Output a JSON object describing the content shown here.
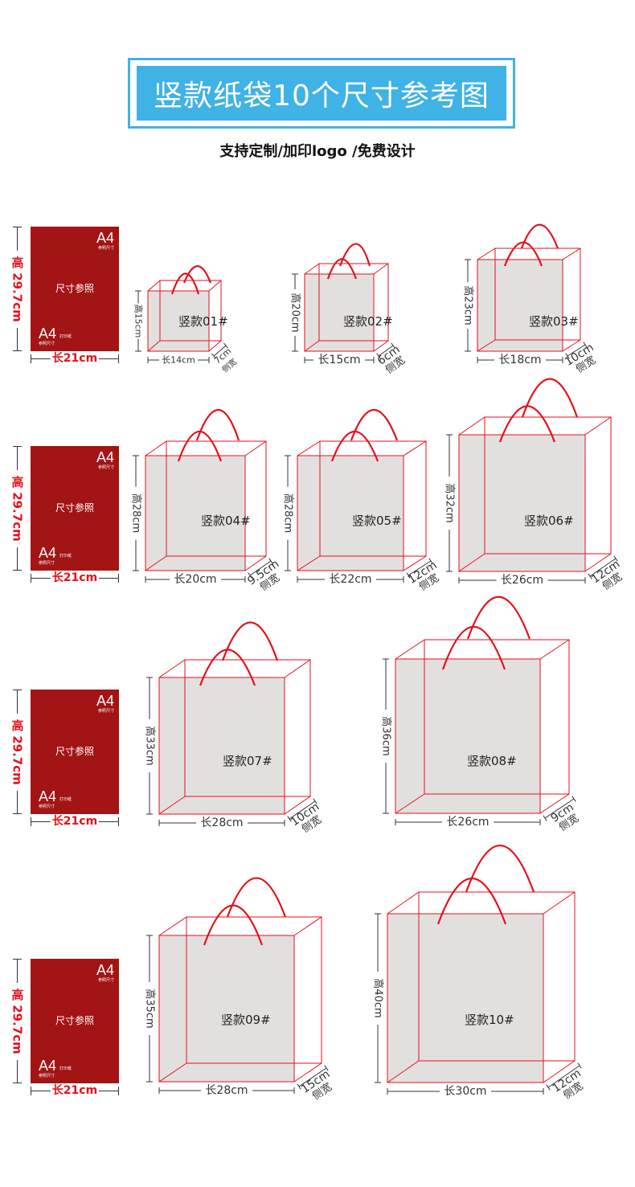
{
  "header": {
    "title": "竖款纸袋10个尺寸参考图",
    "subtitle": "支持定制/加印logo /免费设计",
    "accent_color": "#3fb2e6"
  },
  "a4_reference": {
    "big_label": "A4",
    "top_small": "参照尺寸",
    "center_label": "尺寸参照",
    "bottom_small_right": "打印纸",
    "bottom_small": "参照尺寸",
    "height_label": "高 29.7cm",
    "width_label": "长21cm",
    "color": "#a31415"
  },
  "labels": {
    "side_width_word": "侧宽"
  },
  "bags": [
    {
      "name": "竖款01#",
      "height": "高15cm",
      "length": "长14cm",
      "side": "7cm"
    },
    {
      "name": "竖款02#",
      "height": "高20cm",
      "length": "长15cm",
      "side": "6cm"
    },
    {
      "name": "竖款03#",
      "height": "高23cm",
      "length": "长18cm",
      "side": "10cm"
    },
    {
      "name": "竖款04#",
      "height": "高28cm",
      "length": "长20cm",
      "side": "9.5cm"
    },
    {
      "name": "竖款05#",
      "height": "高28cm",
      "length": "长22cm",
      "side": "12cm"
    },
    {
      "name": "竖款06#",
      "height": "高32cm",
      "length": "长26cm",
      "side": "12cm"
    },
    {
      "name": "竖款07#",
      "height": "高33cm",
      "length": "长28cm",
      "side": "10cm"
    },
    {
      "name": "竖款08#",
      "height": "高36cm",
      "length": "长26cm",
      "side": "9cm"
    },
    {
      "name": "竖款09#",
      "height": "高35cm",
      "length": "长28cm",
      "side": "15cm"
    },
    {
      "name": "竖款10#",
      "height": "高40cm",
      "length": "长30cm",
      "side": "12cm"
    }
  ]
}
